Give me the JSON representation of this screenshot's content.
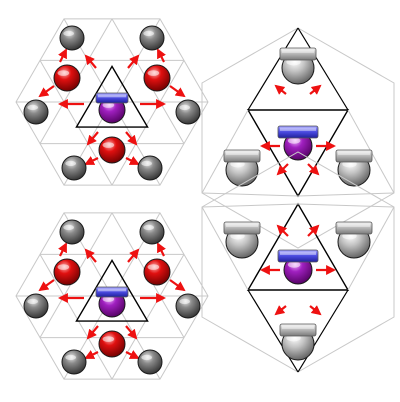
{
  "colors": {
    "background": "#ffffff",
    "grid_line": "#c8c8c8",
    "outline": "#000000",
    "arrow": "#ee1111",
    "ball_dark": "#5a5a5a",
    "ball_red": "#cc0000",
    "ball_purple": "#a020c0",
    "slab_blue": "#4a4ae0",
    "slab_gray": "#b5b5b5",
    "ball_light": "#c0c0c0"
  },
  "panels": [
    {
      "id": "top-left",
      "type": "triangular-lattice",
      "center_slab": "blue",
      "center_ball": "purple"
    },
    {
      "id": "bottom-left",
      "type": "triangular-lattice",
      "center_slab": "blue",
      "center_ball": "purple"
    },
    {
      "id": "top-right",
      "type": "hexagonal-neighbors",
      "center_slab": "blue",
      "center_ball": "purple",
      "neighbor_style": "gray-slab-ball"
    },
    {
      "id": "bottom-right",
      "type": "hexagonal-neighbors",
      "center_slab": "blue",
      "center_ball": "purple",
      "neighbor_style": "gray-slab-ball"
    }
  ],
  "icons": [
    "dark-ball-icon",
    "red-ball-icon",
    "purple-ball-icon",
    "blue-slab-icon",
    "gray-slab-icon",
    "arrow-icon"
  ]
}
